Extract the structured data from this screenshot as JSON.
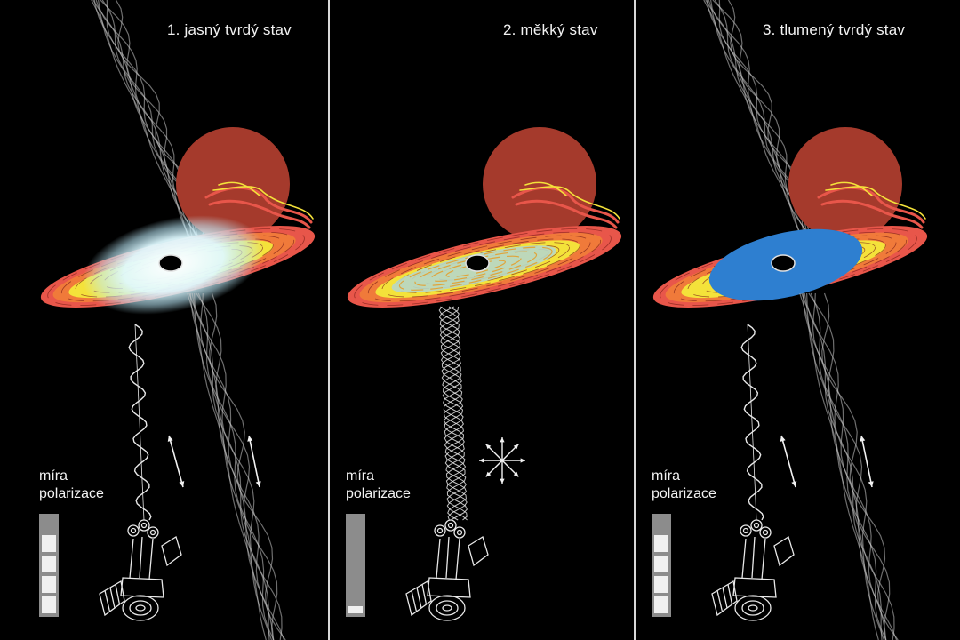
{
  "colors": {
    "background": "#000000",
    "companion_star": "#a53a2c",
    "disk_outer": "#e8564a",
    "disk_inner": "#f4e23a",
    "corona_bright": "#e6fbff",
    "corona_dim": "#2e7fd0",
    "meter_fill": "#8c8c8c",
    "meter_empty": "#f0f0f0"
  },
  "panels": [
    {
      "title": "1. jasný tvrdý stav",
      "state": "bright-hard",
      "jet": true,
      "corona": "bright",
      "light_polarization": "linear",
      "polarization_label": [
        "míra",
        "polarizace"
      ],
      "polarization_level": 1,
      "polarization_steps": 5
    },
    {
      "title": "2. měkký stav",
      "state": "soft",
      "jet": false,
      "corona": "none",
      "light_polarization": "unpolarized",
      "polarization_label": [
        "míra",
        "polarizace"
      ],
      "polarization_level": 4.6,
      "polarization_steps": 5
    },
    {
      "title": "3. tlumený tvrdý stav",
      "state": "dim-hard",
      "jet": true,
      "corona": "dim",
      "light_polarization": "linear",
      "polarization_label": [
        "míra",
        "polarizace"
      ],
      "polarization_level": 1,
      "polarization_steps": 5
    }
  ]
}
